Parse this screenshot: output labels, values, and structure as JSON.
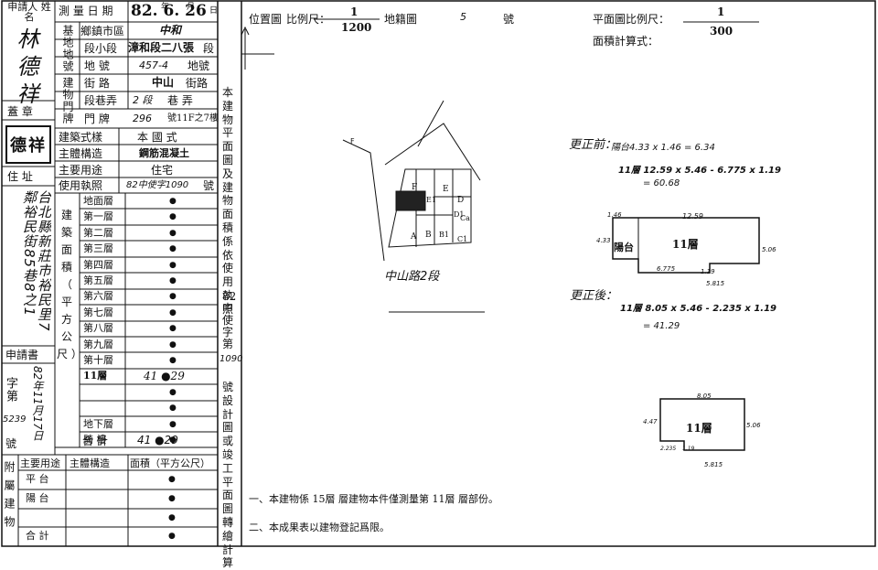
{
  "applicant": {
    "label": "申請人 姓 名",
    "name": "林德祥",
    "seal_label": "蓋 章",
    "seal_text": "德祥",
    "address_label": "住 址",
    "address": "台北縣新莊市裕民里7鄰裕民街85巷8之1"
  },
  "form": {
    "survey_date_label": "測 量 日 期",
    "survey_date": "82. 6. 26",
    "date_units": [
      "年",
      "月",
      "日"
    ],
    "base_label": "基地地號",
    "district_label": "鄉鎮市區",
    "district": "中和",
    "section_label": "段小段",
    "section": "漳和段二八張",
    "section_suffix": "段",
    "lot_label": "地 號",
    "lot_number": "457-4",
    "lot_suffix": "地號",
    "building_no_label": "建物門牌",
    "street_label": "街 路",
    "street": "中山",
    "street_suffix": "街路",
    "lane_label": "段巷弄",
    "lane": "2 段",
    "lane_suffix": "巷 弄",
    "door_label": "門 牌",
    "door": "296",
    "door_suffix": "號11F之7樓",
    "style_label": "建築式樣",
    "style": "本 國 式",
    "structure_label": "主體構造",
    "structure": "鋼筋混凝土",
    "use_label": "主要用途",
    "use": "住宅",
    "license_label": "使用執照",
    "license_value": "82中使字1090",
    "license_suffix": "號",
    "building_area_label": "建 築 面 積 （ 平 方 公 尺 ）",
    "floors": [
      {
        "label": "地面層",
        "value": "●"
      },
      {
        "label": "第一層",
        "value": "●"
      },
      {
        "label": "第二層",
        "value": "●"
      },
      {
        "label": "第三層",
        "value": "●"
      },
      {
        "label": "第四層",
        "value": "●"
      },
      {
        "label": "第五層",
        "value": "●"
      },
      {
        "label": "第六層",
        "value": "●"
      },
      {
        "label": "第七層",
        "value": "●"
      },
      {
        "label": "第八層",
        "value": "●"
      },
      {
        "label": "第九層",
        "value": "●"
      },
      {
        "label": "第十層",
        "value": "●"
      },
      {
        "label": "11層",
        "value": "41 ●29"
      },
      {
        "label": "",
        "value": "●"
      },
      {
        "label": "",
        "value": "●"
      },
      {
        "label": "地下層",
        "value": "●"
      },
      {
        "label": "騎 樓",
        "value": "●"
      }
    ],
    "total_label": "合 計",
    "total_value": "41 ●29",
    "application_label": "申請書",
    "application_word": "字第",
    "application_date": "82年11月17日",
    "application_no": "5239",
    "application_no_suffix": "號",
    "annex_label": "附屬建物",
    "annex_headers": [
      "主要用途",
      "主體構造",
      "面積（平方公尺）"
    ],
    "annex_rows": [
      {
        "use": "平 台",
        "area": "●"
      },
      {
        "use": "陽 台",
        "area": "●"
      },
      {
        "use": "",
        "area": "●"
      },
      {
        "use": "合 計",
        "area": "●"
      }
    ]
  },
  "middle_strip": {
    "text_top": "本建物平面圖及建物面積係依使用執照",
    "text_mid": "82中使字第",
    "license_no": "1090",
    "text_bottom": "號設計圖或竣工平面圖轉繪計算"
  },
  "location_map": {
    "label": "位置圖",
    "scale_label": "比例尺：",
    "scale_num": "1",
    "scale_den": "1200",
    "cadastral_label": "地籍圖",
    "cadastral_no": "5",
    "cadastral_suffix": "號",
    "road_label": "中山路2段",
    "lot_letters": [
      "F",
      "E1",
      "E",
      "D1",
      "D",
      "Ca",
      "C1",
      "B1",
      "B",
      "A"
    ]
  },
  "floor_plan": {
    "scale_label": "平面圖比例尺：",
    "scale_num": "1",
    "scale_den": "300",
    "area_calc_label": "面積計算式：",
    "before_label": "更正前：",
    "before_formula": "陽台4.33 x 1.46 = 6.34",
    "before_11f": "11層 12.59 x 5.46 - 6.775 x 1.19",
    "before_result": "= 60.68",
    "plan_label": "11層",
    "balcony_label": "陽台",
    "after_label": "更正後：",
    "after_formula": "11層 8.05 x 5.46 - 2.235 x 1.19",
    "after_result": "= 41.29",
    "dims_top": [
      "1.46",
      "12.59",
      "4.33",
      "5.06",
      "1.19",
      "6.775",
      "5.815"
    ],
    "dims_after": [
      "8.05",
      "4.47",
      "5.06",
      "2.235",
      "1.19",
      "5.815"
    ]
  },
  "notes": [
    "一、本建物係 15層 層建物本件僅測量第 11層 層部份。",
    "二、本成果表以建物登記爲限。"
  ]
}
